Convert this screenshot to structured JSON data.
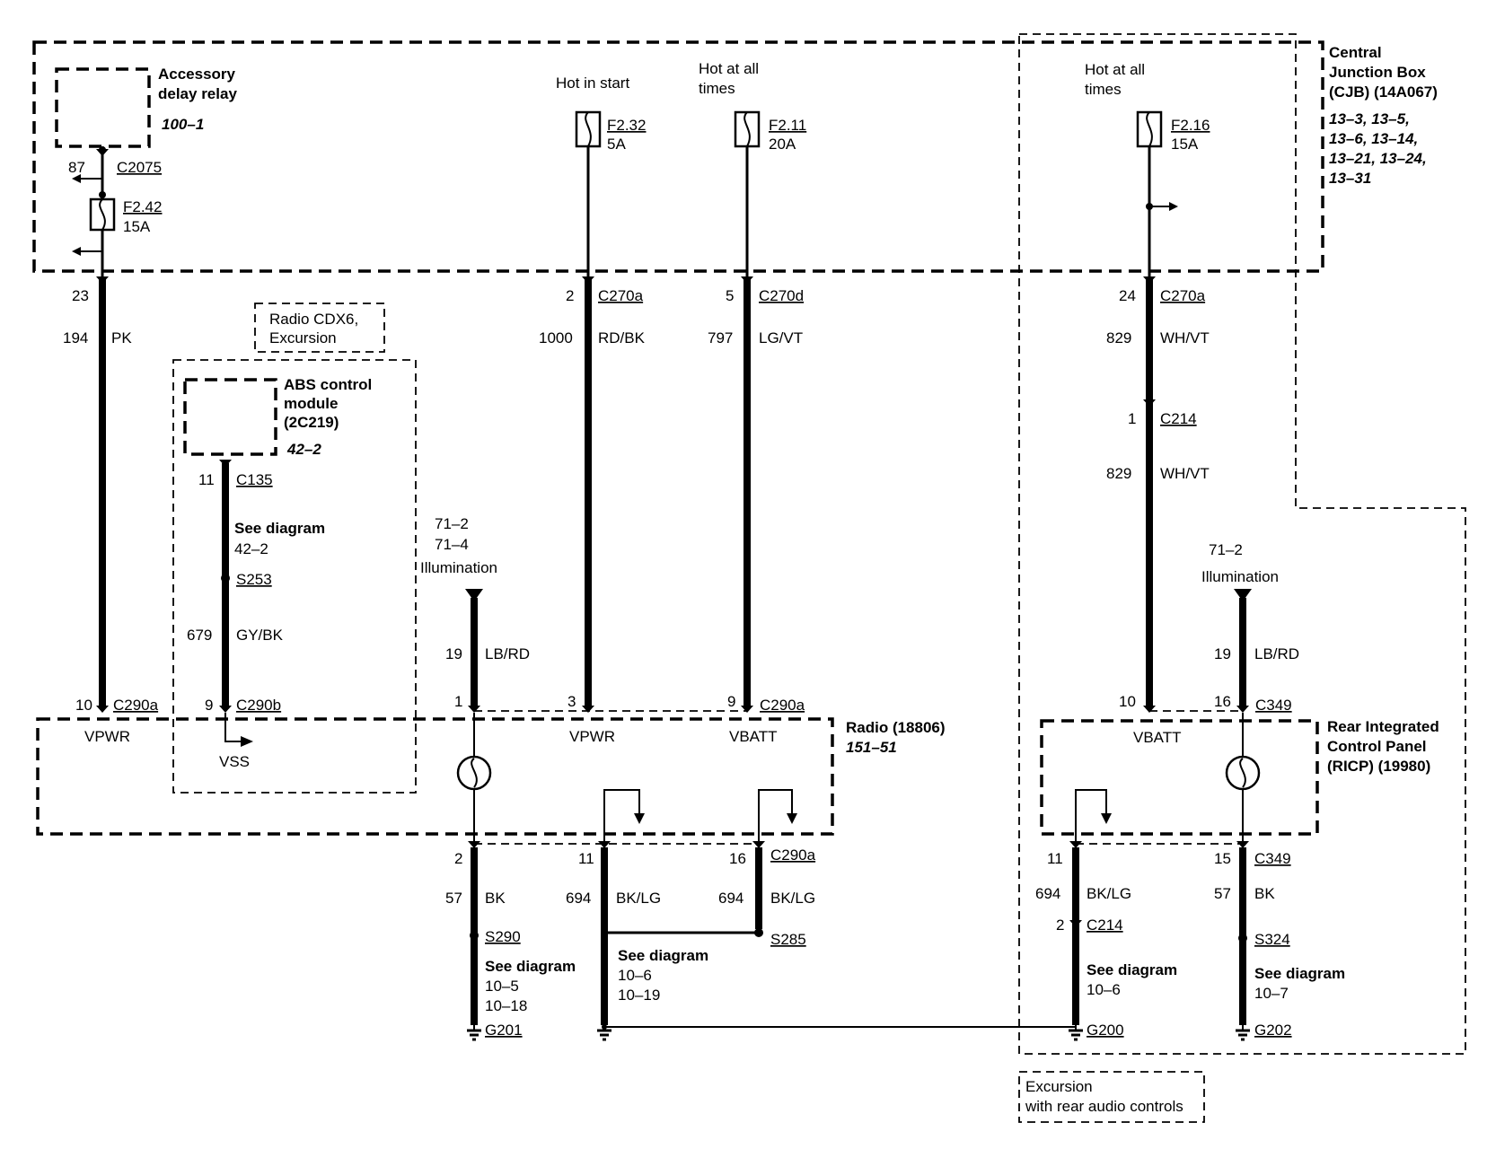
{
  "cjb": {
    "label": [
      "Central",
      "Junction Box",
      "(CJB) (14A067)"
    ],
    "refs": [
      "13–3, 13–5,",
      "13–6, 13–14,",
      "13–21, 13–24,",
      "13–31"
    ]
  },
  "relay": {
    "label": [
      "Accessory",
      "delay relay"
    ],
    "ref": "100–1"
  },
  "c2075": {
    "pin": "87",
    "id": "C2075"
  },
  "fuses": {
    "f242": {
      "id": "F2.42",
      "rating": "15A"
    },
    "f232": {
      "id": "F2.32",
      "rating": "5A",
      "note": [
        "Hot in start"
      ]
    },
    "f211": {
      "id": "F2.11",
      "rating": "20A",
      "note": [
        "Hot at all",
        "times"
      ]
    },
    "f216": {
      "id": "F2.16",
      "rating": "15A",
      "note": [
        "Hot at all",
        "times"
      ]
    }
  },
  "c270": {
    "pk": {
      "pin": "23",
      "circuit": "194",
      "color": "PK"
    },
    "rdbk": {
      "pin": "2",
      "id": "C270a",
      "circuit": "1000",
      "color": "RD/BK"
    },
    "lgvt": {
      "pin": "5",
      "id": "C270d",
      "circuit": "797",
      "color": "LG/VT"
    },
    "whvt": {
      "pin": "24",
      "id": "C270a",
      "circuit": "829",
      "color": "WH/VT"
    }
  },
  "c214_top": {
    "pin": "1",
    "id": "C214",
    "circuit": "829",
    "color": "WH/VT"
  },
  "cdx6": {
    "label": [
      "Radio CDX6,",
      "Excursion"
    ]
  },
  "abs": {
    "label": [
      "ABS control",
      "module",
      "(2C219)"
    ],
    "ref": "42–2",
    "c135_pin": "11",
    "c135": "C135",
    "see": "See diagram",
    "see_ref": "42–2",
    "splice": "S253",
    "circuit": "679",
    "color": "GY/BK"
  },
  "illum_left": {
    "refs": [
      "71–2",
      "71–4",
      "Illumination"
    ],
    "pin": "19",
    "color": "LB/RD"
  },
  "illum_right": {
    "refs": [
      "71–2",
      "Illumination"
    ],
    "pin": "19",
    "color": "LB/RD"
  },
  "radio": {
    "label": "Radio (18806)",
    "ref": "151–51",
    "pins": {
      "vpwr1": "10",
      "c290a": "C290a",
      "vss": "9",
      "c290b": "C290b",
      "illum": "1",
      "vpwr2": "3",
      "vbatt": "9",
      "c290a2": "C290a"
    },
    "names": {
      "vpwr": "VPWR",
      "vss": "VSS",
      "vpwr2": "VPWR",
      "vbatt": "VBATT"
    }
  },
  "ricp": {
    "label": [
      "Rear Integrated",
      "Control Panel",
      "(RICP) (19980)"
    ],
    "pins": {
      "vbatt": "10",
      "illum": "16",
      "c349": "C349"
    },
    "names": {
      "vbatt": "VBATT"
    }
  },
  "grounds_left": {
    "a": {
      "pin": "2",
      "circuit": "57",
      "color": "BK",
      "splice": "S290",
      "see": "See diagram",
      "refs": [
        "10–5",
        "10–18"
      ],
      "ground": "G201"
    },
    "b": {
      "pin": "11",
      "circuit": "694",
      "color": "BK/LG",
      "see": "See diagram",
      "refs": [
        "10–6",
        "10–19"
      ]
    },
    "c": {
      "pin": "16",
      "id": "C290a",
      "circuit": "694",
      "color": "BK/LG",
      "splice": "S285"
    }
  },
  "grounds_right": {
    "a": {
      "pin": "11",
      "circuit": "694",
      "color": "BK/LG",
      "pin2": "2",
      "id2": "C214",
      "see": "See diagram",
      "refs": [
        "10–6"
      ],
      "ground": "G200"
    },
    "b": {
      "pin": "15",
      "id": "C349",
      "circuit": "57",
      "color": "BK",
      "splice": "S324",
      "see": "See diagram",
      "refs": [
        "10–7"
      ],
      "ground": "G202"
    }
  },
  "excursion": {
    "label": [
      "Excursion",
      "with rear audio controls"
    ]
  }
}
